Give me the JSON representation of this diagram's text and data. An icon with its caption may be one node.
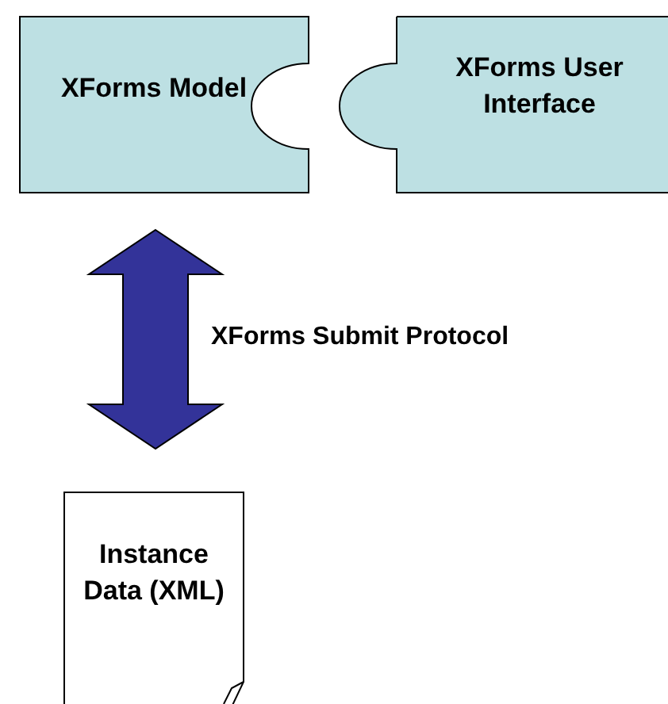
{
  "diagram": {
    "nodes": [
      {
        "text": [
          "XForms Model"
        ]
      },
      {
        "text": [
          "XForms User Interface"
        ]
      },
      {
        "text": [
          "Instance Data (XML)"
        ]
      }
    ],
    "edges": [
      {
        "from": 0,
        "to": 2,
        "arrow": "both",
        "style": "thick",
        "label": "XForms Submit Protocol"
      }
    ]
  }
}
